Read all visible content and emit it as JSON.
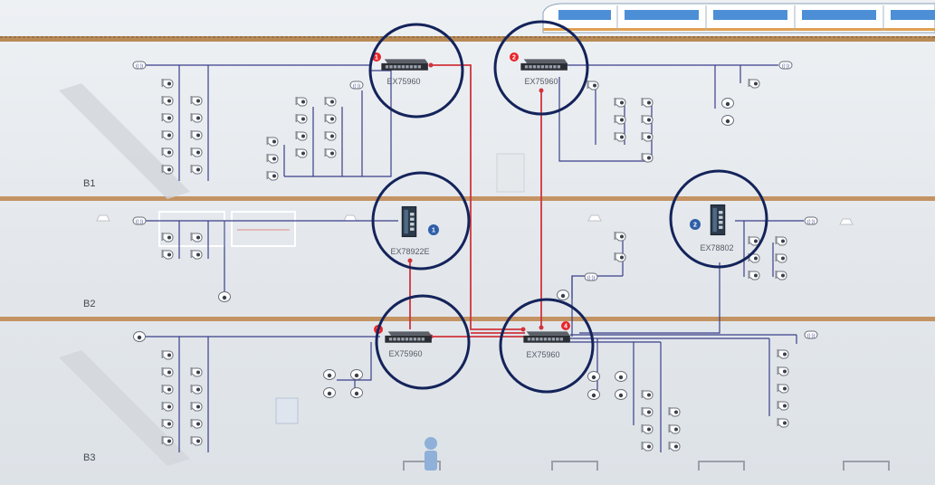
{
  "floors": [
    {
      "label": "B1"
    },
    {
      "label": "B2"
    },
    {
      "label": "B3"
    }
  ],
  "switches": [
    {
      "id": "sw1",
      "model": "EX75960",
      "badge": "1",
      "badge_color": "#e8252b",
      "kind": "rack"
    },
    {
      "id": "sw2",
      "model": "EX75960",
      "badge": "2",
      "badge_color": "#e8252b",
      "kind": "rack"
    },
    {
      "id": "sw3",
      "model": "EX78922E",
      "badge": "1",
      "badge_color": "#2f5fa8",
      "kind": "din"
    },
    {
      "id": "sw4",
      "model": "EX78802",
      "badge": "2",
      "badge_color": "#2f5fa8",
      "kind": "din"
    },
    {
      "id": "sw5",
      "model": "EX75960",
      "badge": "3",
      "badge_color": "#e8252b",
      "kind": "rack"
    },
    {
      "id": "sw6",
      "model": "EX75960",
      "badge": "4",
      "badge_color": "#e8252b",
      "kind": "rack"
    }
  ],
  "colors": {
    "fiber": "#d0343c",
    "copper": "#3a3f8a",
    "highlight_ring": "#14235a",
    "floor_band": "#b98a55"
  },
  "icons": [
    "train-icon",
    "ip-camera-icon",
    "dome-camera-icon",
    "wireless-ap-icon",
    "escalator-icon",
    "ceiling-lamp-icon",
    "passenger-icon",
    "ticket-machine-icon"
  ]
}
